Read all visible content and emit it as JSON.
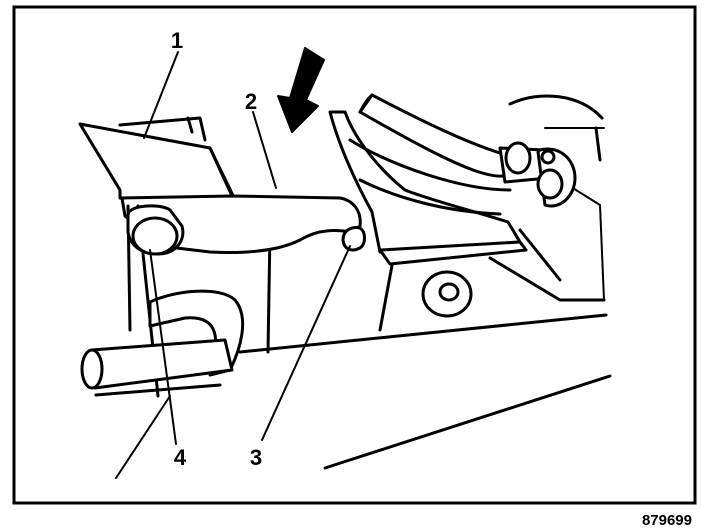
{
  "callouts": {
    "c1": "1",
    "c2": "2",
    "c3": "3",
    "c4": "4"
  },
  "figure_number": "879699",
  "colors": {
    "ink": "#000000",
    "paper": "#ffffff"
  }
}
